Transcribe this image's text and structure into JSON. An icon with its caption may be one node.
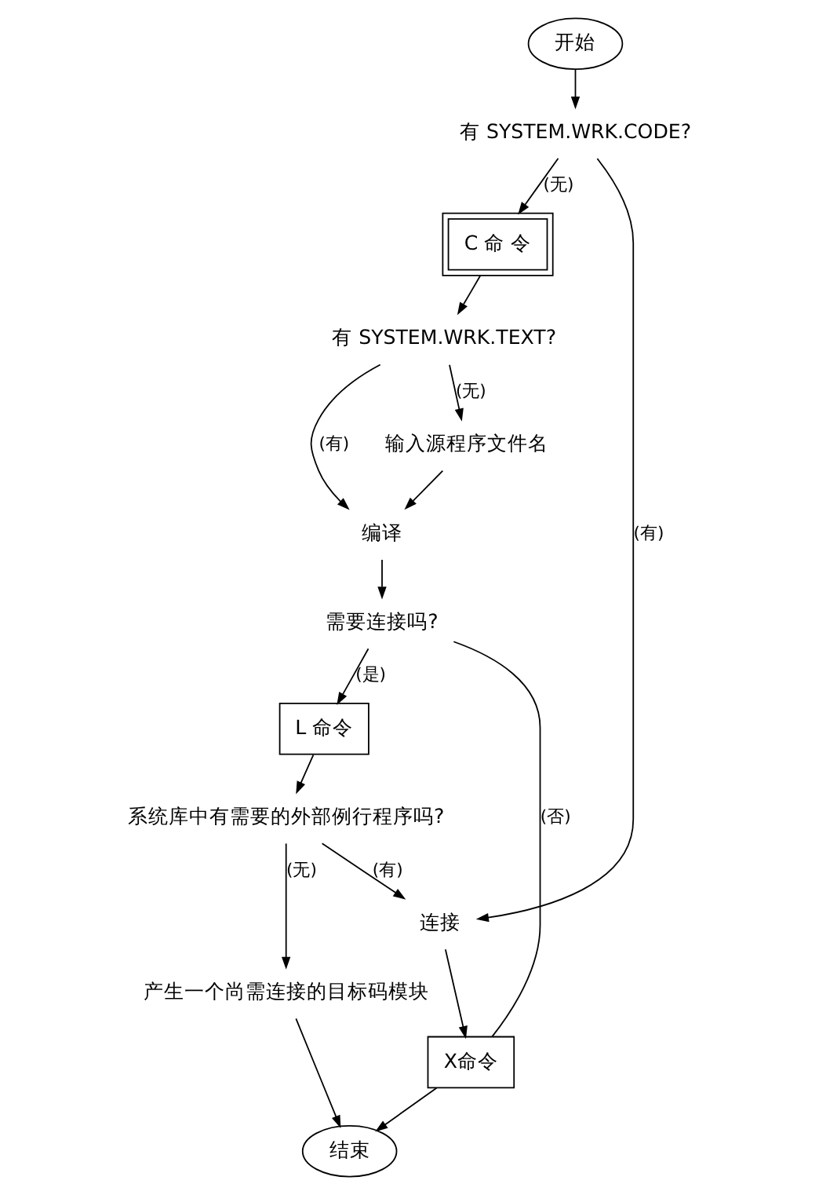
{
  "diagram": {
    "nodes": [
      {
        "text": [
          "开始"
        ]
      },
      {
        "text": [
          "有 SYSTEM.WRK.CODE?"
        ]
      },
      {
        "text": [
          "C 命 令"
        ]
      },
      {
        "text": [
          "有 SYSTEM.WRK.TEXT?"
        ]
      },
      {
        "text": [
          "输入源程序文件名"
        ]
      },
      {
        "text": [
          "编译"
        ]
      },
      {
        "text": [
          "需要连接吗?"
        ]
      },
      {
        "text": [
          "L 命令"
        ]
      },
      {
        "text": [
          "系统库中有需要的外部例行程序吗?"
        ]
      },
      {
        "text": [
          "连接"
        ]
      },
      {
        "text": [
          "产生一个尚需连接的目标码模块"
        ]
      },
      {
        "text": [
          "X命令"
        ]
      },
      {
        "text": [
          "结束"
        ]
      }
    ],
    "edges": [
      {
        "from": 0,
        "to": 1,
        "arrow": "to"
      },
      {
        "from": 1,
        "to": 2,
        "arrow": "to",
        "label": "(无)"
      },
      {
        "from": 1,
        "to": 9,
        "arrow": "to",
        "label": "(有)"
      },
      {
        "from": 2,
        "to": 3,
        "arrow": "to"
      },
      {
        "from": 3,
        "to": 4,
        "arrow": "to",
        "label": "(无)"
      },
      {
        "from": 3,
        "to": 5,
        "arrow": "to",
        "label": "(有)"
      },
      {
        "from": 4,
        "to": 5,
        "arrow": "to"
      },
      {
        "from": 5,
        "to": 6,
        "arrow": "to"
      },
      {
        "from": 6,
        "to": 7,
        "arrow": "to",
        "label": "(是)"
      },
      {
        "from": 6,
        "to": 11,
        "arrow": "none",
        "label": "(否)"
      },
      {
        "from": 7,
        "to": 8,
        "arrow": "to"
      },
      {
        "from": 8,
        "to": 9,
        "arrow": "to",
        "label": "(有)"
      },
      {
        "from": 8,
        "to": 10,
        "arrow": "to",
        "label": "(无)"
      },
      {
        "from": 9,
        "to": 11,
        "arrow": "to"
      },
      {
        "from": 11,
        "to": 12,
        "arrow": "to"
      },
      {
        "from": 10,
        "to": 12,
        "arrow": "to"
      }
    ]
  }
}
